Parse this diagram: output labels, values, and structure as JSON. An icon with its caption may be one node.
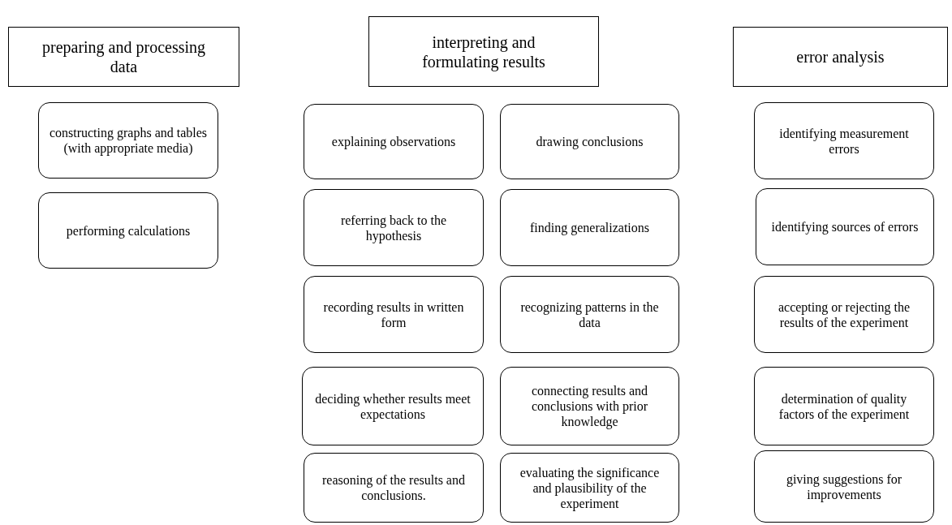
{
  "diagram": {
    "nodes": [
      {
        "text": [
          "preparing and processing data"
        ]
      },
      {
        "text": [
          "interpreting and formulating results"
        ]
      },
      {
        "text": [
          "error analysis"
        ]
      },
      {
        "text": [
          "constructing graphs and tables (with appropriate media)"
        ]
      },
      {
        "text": [
          "performing calculations"
        ]
      },
      {
        "text": [
          "explaining observations"
        ]
      },
      {
        "text": [
          "drawing conclusions"
        ]
      },
      {
        "text": [
          "referring back to the hypothesis"
        ]
      },
      {
        "text": [
          "finding generalizations"
        ]
      },
      {
        "text": [
          "recording results in written form"
        ]
      },
      {
        "text": [
          "recognizing patterns in the data"
        ]
      },
      {
        "text": [
          "deciding whether results meet expectations"
        ]
      },
      {
        "text": [
          "connecting results and conclusions with prior knowledge"
        ]
      },
      {
        "text": [
          "reasoning of the results and conclusions."
        ]
      },
      {
        "text": [
          "evaluating the significance and plausibility of the experiment"
        ]
      },
      {
        "text": [
          "identifying measurement errors"
        ]
      },
      {
        "text": [
          "identifying sources of errors"
        ]
      },
      {
        "text": [
          "accepting or rejecting the results of the experiment"
        ]
      },
      {
        "text": [
          "determination of quality factors of the experiment"
        ]
      },
      {
        "text": [
          "giving suggestions for improvements"
        ]
      }
    ]
  }
}
